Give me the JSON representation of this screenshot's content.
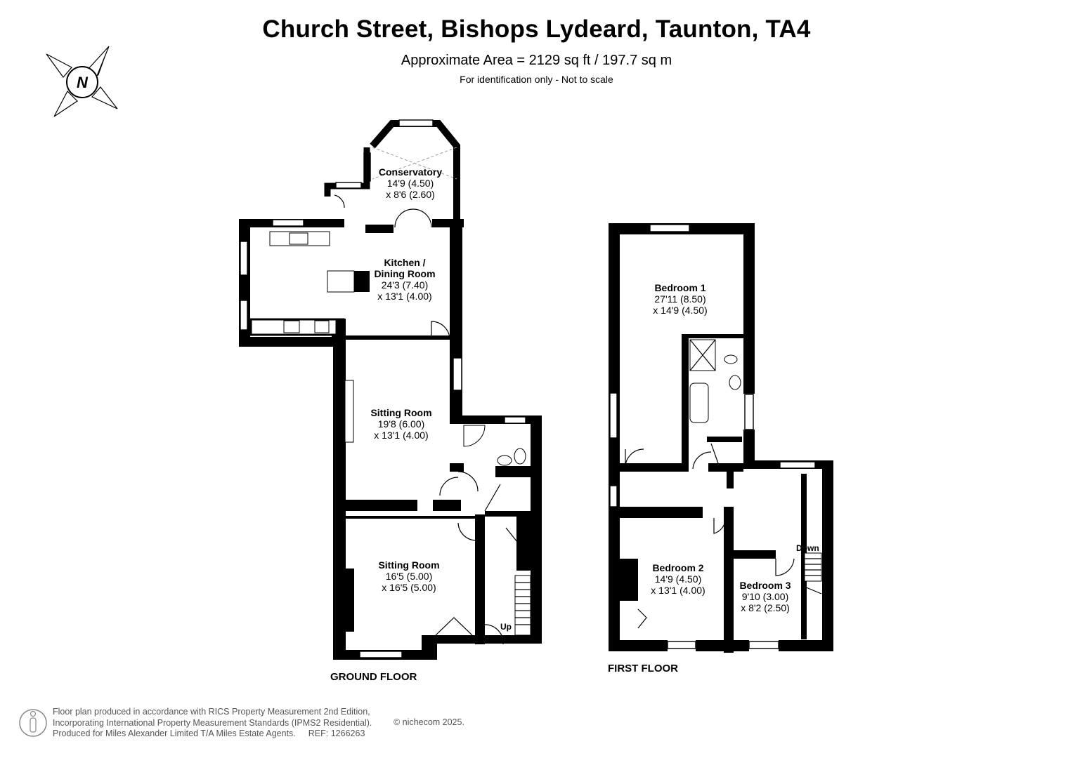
{
  "header": {
    "title": "Church Street, Bishops Lydeard, Taunton, TA4",
    "area": "Approximate Area = 2129 sq ft / 197.7 sq m",
    "note": "For identification only - Not to scale"
  },
  "compass": {
    "letter": "N"
  },
  "ground_floor": {
    "label": "GROUND FLOOR",
    "stairs_label": "Up",
    "rooms": [
      {
        "name": "Conservatory",
        "dim1": "14'9 (4.50)",
        "dim2": "x 8'6 (2.60)"
      },
      {
        "name": "Kitchen /",
        "name2": "Dining Room",
        "dim1": "24'3 (7.40)",
        "dim2": "x 13'1 (4.00)"
      },
      {
        "name": "Sitting Room",
        "dim1": "19'8 (6.00)",
        "dim2": "x 13'1 (4.00)"
      },
      {
        "name": "Sitting Room",
        "dim1": "16'5 (5.00)",
        "dim2": "x 16'5 (5.00)"
      }
    ]
  },
  "first_floor": {
    "label": "FIRST FLOOR",
    "stairs_label": "Down",
    "rooms": [
      {
        "name": "Bedroom 1",
        "dim1": "27'11 (8.50)",
        "dim2": "x 14'9 (4.50)"
      },
      {
        "name": "Bedroom 2",
        "dim1": "14'9 (4.50)",
        "dim2": "x 13'1 (4.00)"
      },
      {
        "name": "Bedroom 3",
        "dim1": "9'10 (3.00)",
        "dim2": "x 8'2 (2.50)"
      }
    ]
  },
  "footer": {
    "line1": "Floor plan produced in accordance with RICS Property Measurement 2nd Edition,",
    "line2": "Incorporating International Property Measurement Standards (IPMS2 Residential).",
    "line3": "Produced for Miles Alexander Limited T/A Miles Estate Agents.",
    "ref": "REF: 1266263",
    "copyright": "© nichecom 2025."
  }
}
